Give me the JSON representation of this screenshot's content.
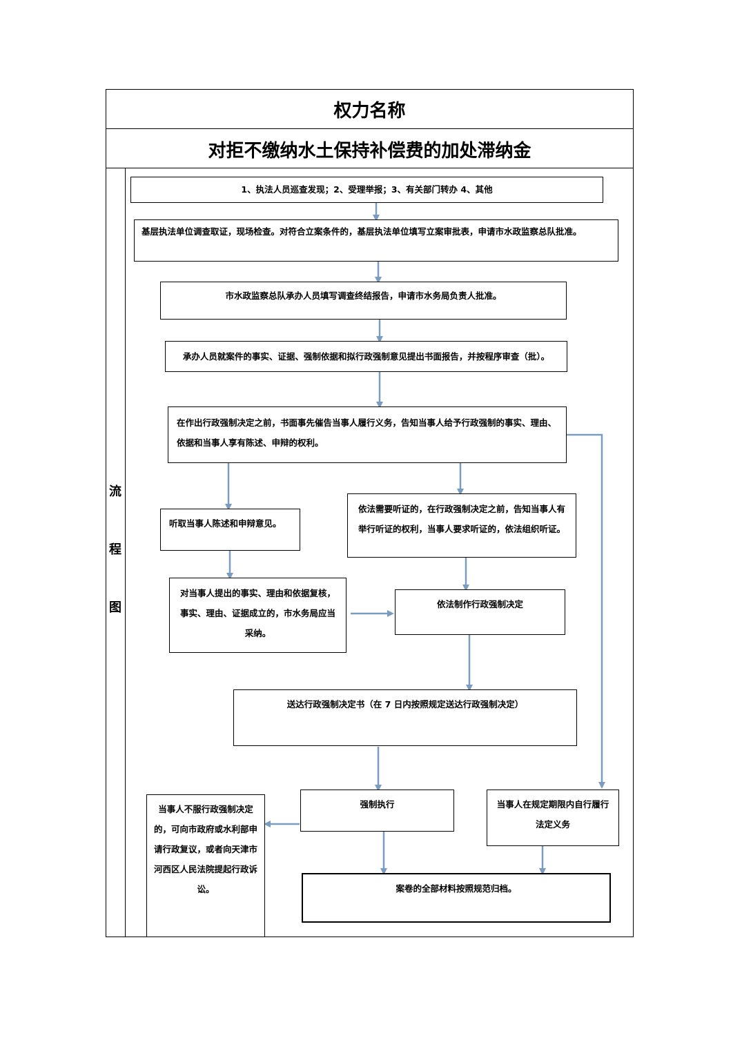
{
  "header": {
    "label": "权力名称",
    "title": "对拒不缴纳水土保持补偿费的加处滞纳金"
  },
  "side_label": [
    "流",
    "程",
    "图"
  ],
  "flow": {
    "step_sources": "1、执法人员巡查发现；2、受理举报；3、有关部门转办 4、其他",
    "step_investigate": "基层执法单位调查取证，现场检查。对符合立案条件的，基层执法单位填写立案审批表，申请市水政监察总队批准。",
    "step_report": "市水政监察总队承办人员填写调查终结报告，申请市水务局负责人批准。",
    "step_review": "承办人员就案件的事实、证据、强制依据和拟行政强制意见提出书面报告，并按程序审查（批）。",
    "step_notice": "在作出行政强制决定之前，书面事先催告当事人履行义务，告知当事人给予行政强制的事实、理由、依据和当事人享有陈述、申辩的权利。",
    "step_listen": "听取当事人陈述和申辩意见。",
    "step_hearing": "依法需要听证的，在行政强制决定之前，告知当事人有举行听证的权利，当事人要求听证的，依法组织听证。",
    "step_adopt": "对当事人提出的事实、理由和依据复核，事实、理由、证据成立的，市水务局应当采纳。",
    "step_decide": "依法制作行政强制决定",
    "step_deliver": "送达行政强制决定书（在 7 日内按照规定送达行政强制决定）",
    "step_enforce": "强制执行",
    "step_self": "当事人在规定期限内自行履行法定义务",
    "step_appeal": "当事人不服行政强制决定的，可向市政府或水利部申请行政复议，或者向天津市河西区人民法院提起行政诉讼。",
    "step_archive": "案卷的全部材料按照规范归档。"
  },
  "colors": {
    "arrow": "#7a9cc0",
    "border": "#000000"
  }
}
